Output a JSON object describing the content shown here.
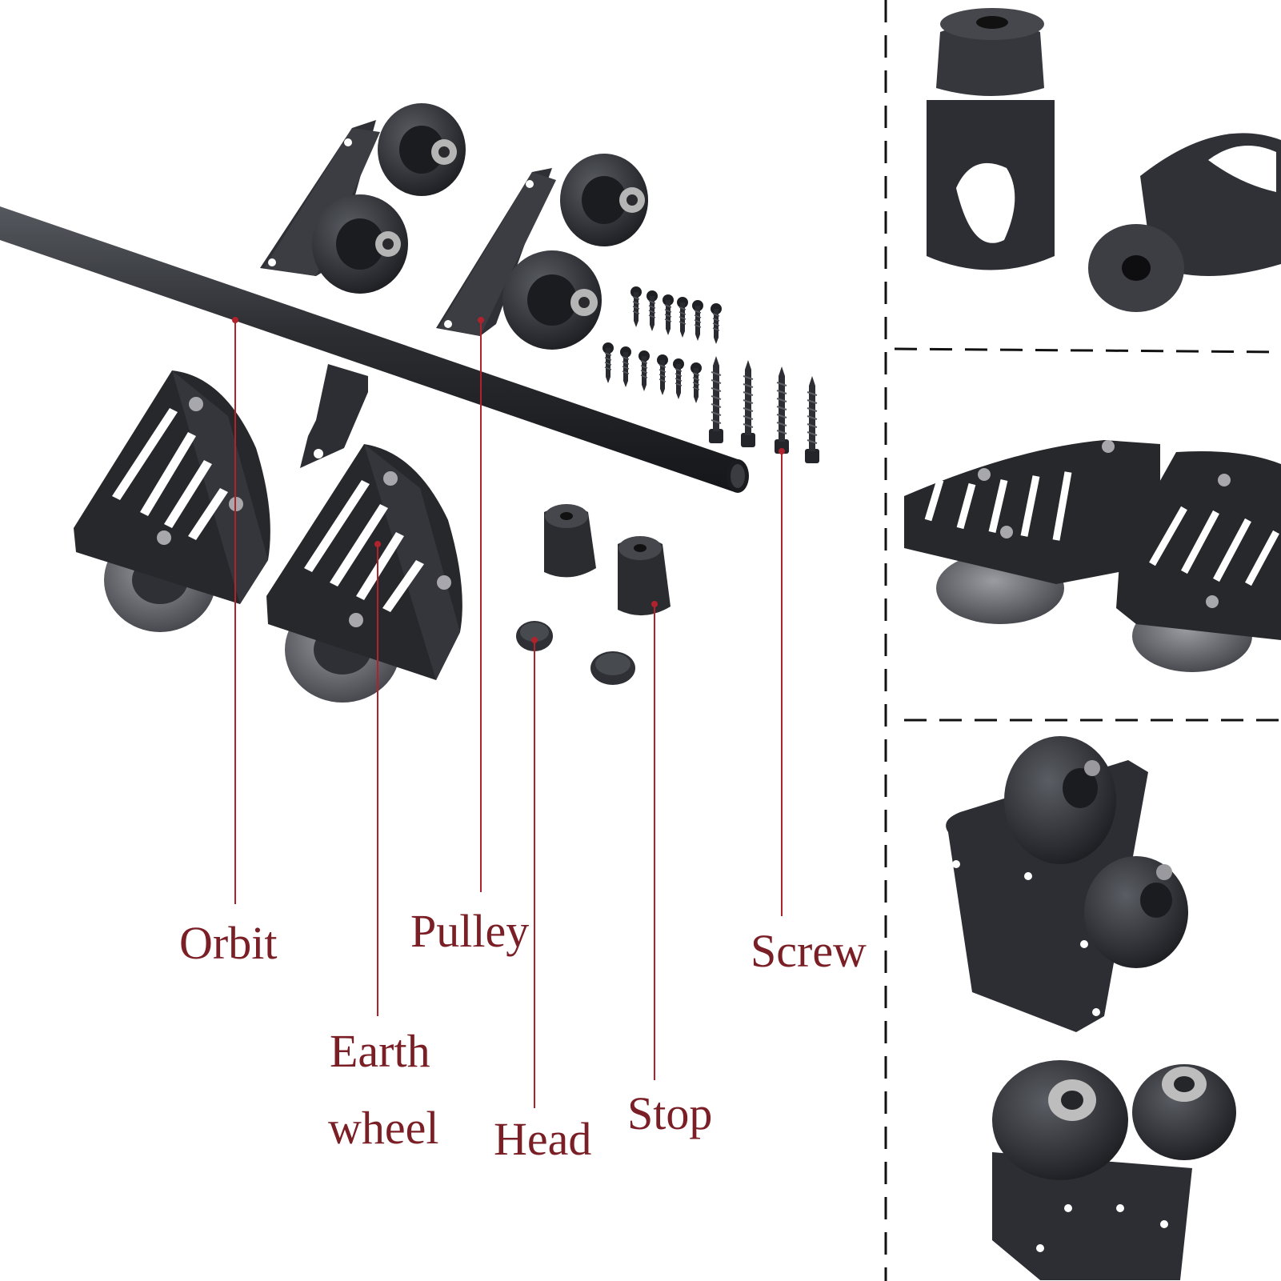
{
  "labels": {
    "orbit": "Orbit",
    "pulley": "Pulley",
    "screw": "Screw",
    "earth_wheel_line1": "Earth",
    "earth_wheel_line2": "wheel",
    "head": "Head",
    "stop": "Stop"
  },
  "colors": {
    "label_text": "#7a1f26",
    "leader_line": "#b0222c",
    "hardware": "#2a2c30",
    "hardware_light": "#4a4d52",
    "bearing": "#b8b8b8",
    "divider": "#111111"
  }
}
